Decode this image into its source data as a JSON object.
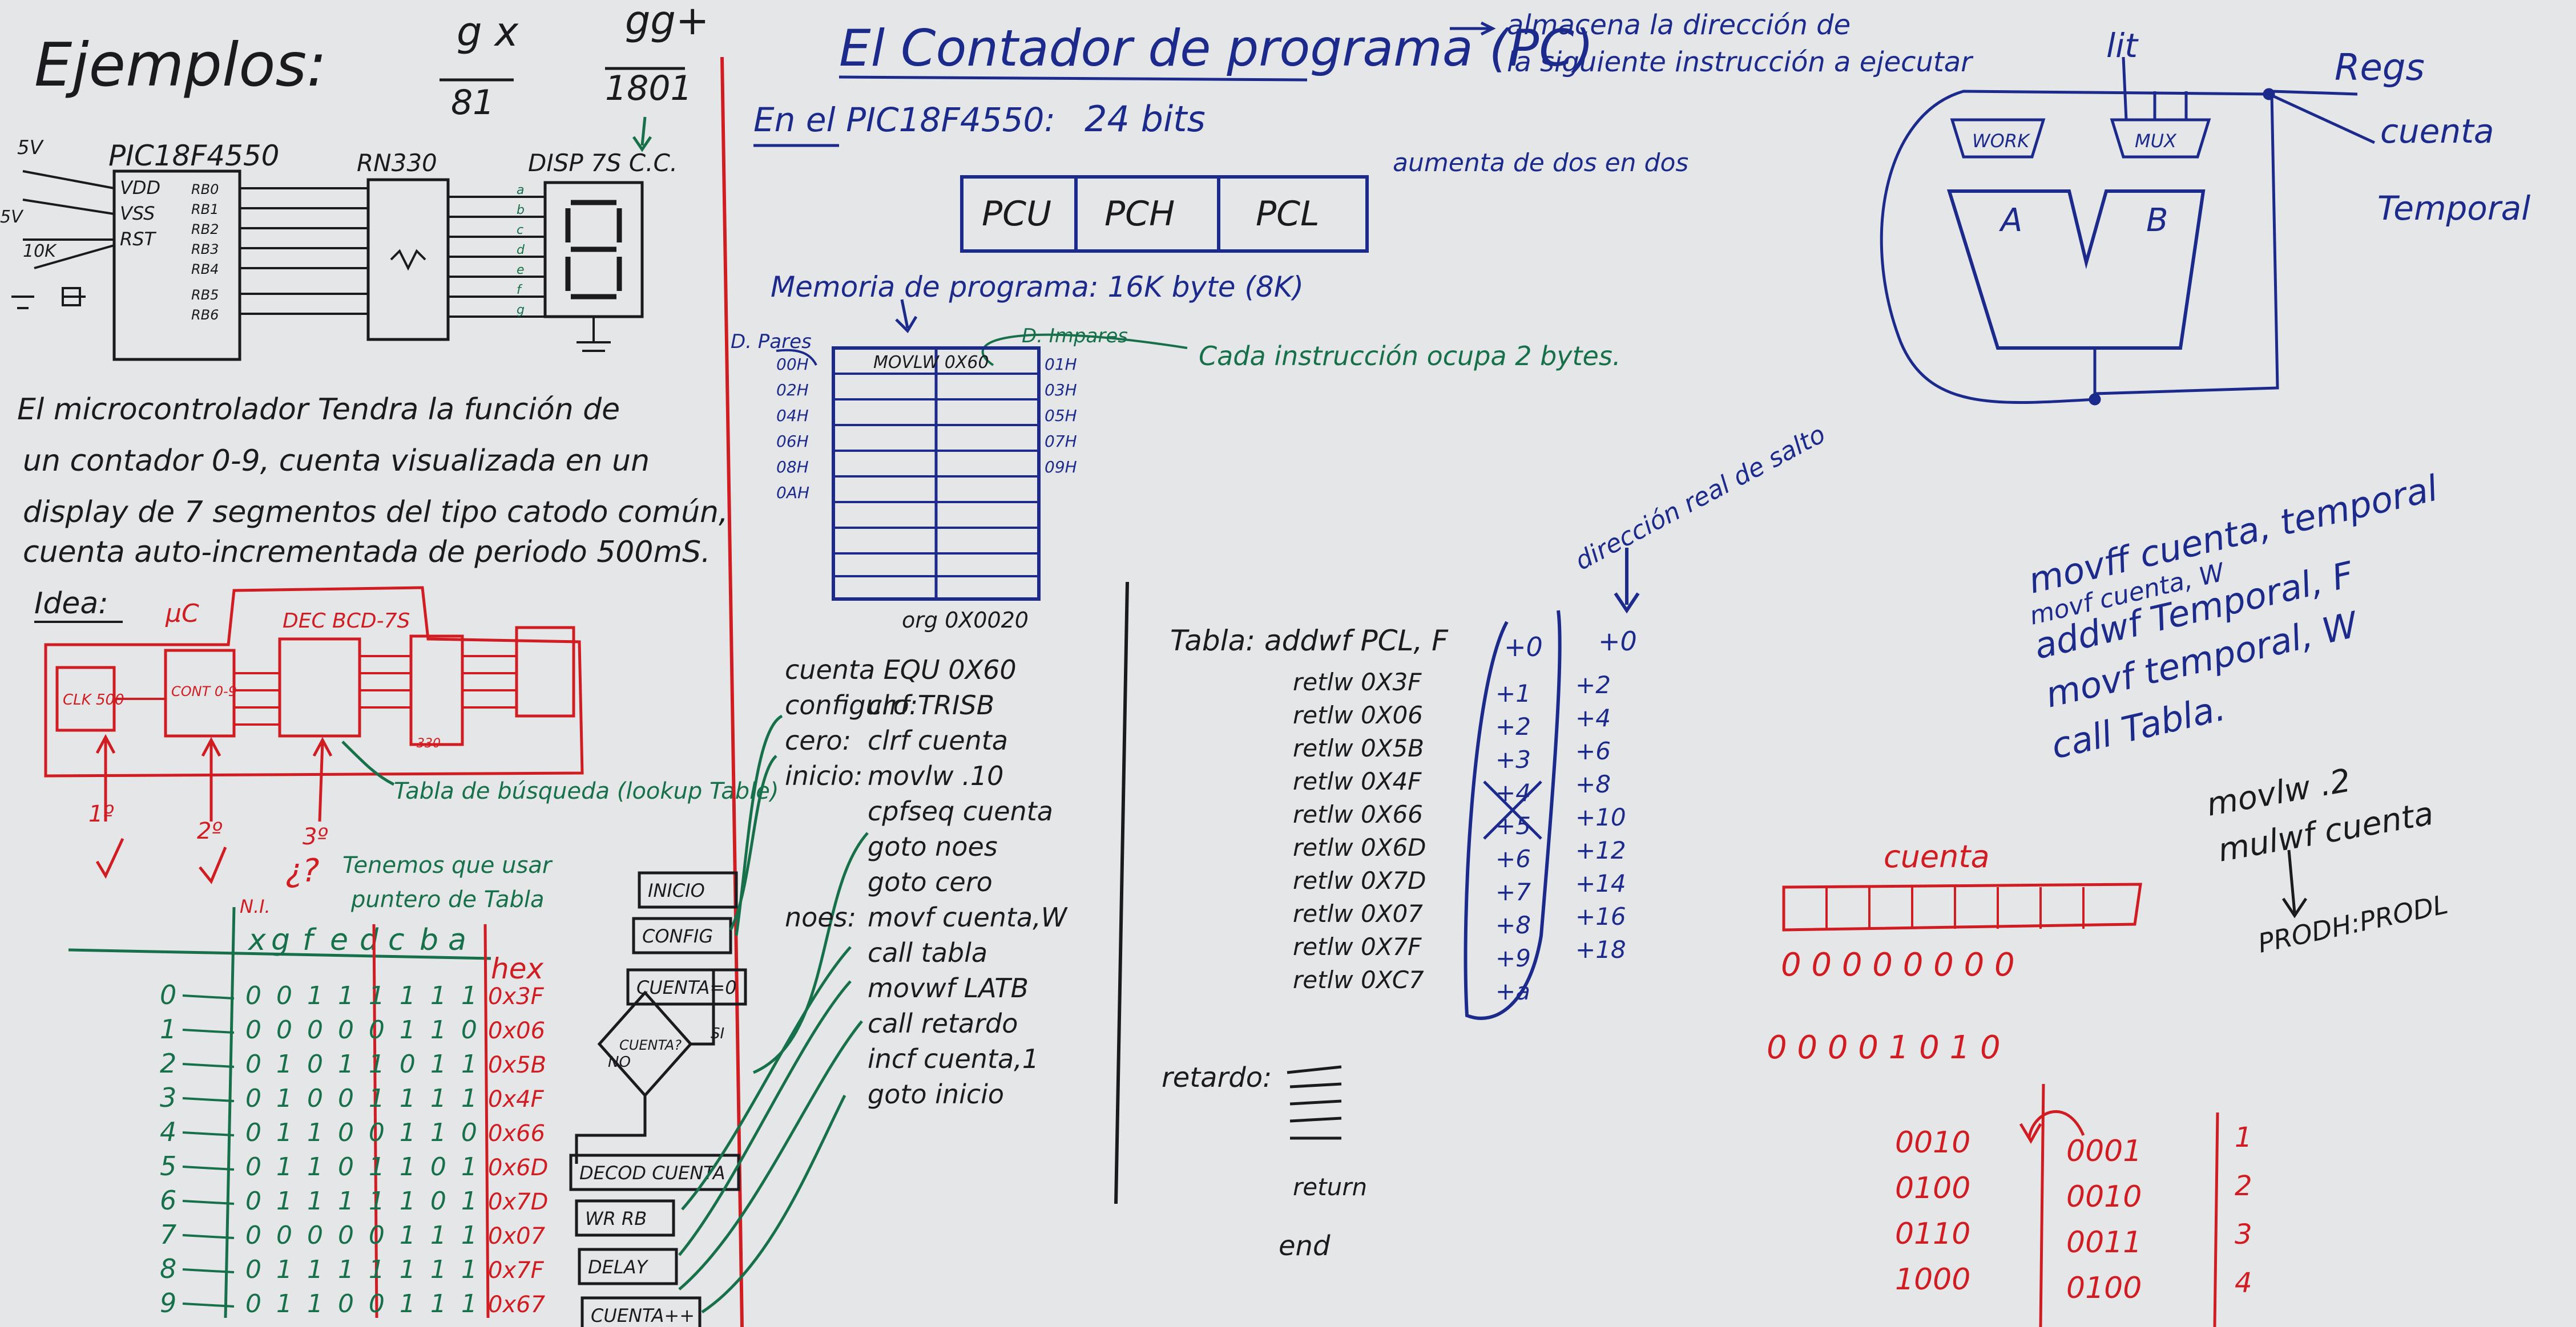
{
  "colors": {
    "board": "#e4e6e8",
    "black": "#1b1b1f",
    "blue": "#1c2a8c",
    "red": "#d11d22",
    "green": "#16704a"
  },
  "left": {
    "title": "Ejemplos:",
    "frac_top_1": "g x",
    "frac_bot_1": "81",
    "frac_top_2": "gg+",
    "frac_bot_2": "1801",
    "chip": "PIC18F4550",
    "chip_pins": [
      "VDD",
      "VSS",
      "RST"
    ],
    "chip_ports": [
      "RB0",
      "RB1",
      "RB2",
      "RB3",
      "RB4",
      "RB5",
      "RB6"
    ],
    "supply_5v": "5V",
    "supply_5v_b": "5V",
    "res_10k": "10K",
    "rn": "RN330",
    "disp": "DISP 7S C.C.",
    "disp_segs": [
      "a",
      "b",
      "c",
      "d",
      "e",
      "f",
      "g"
    ],
    "description": [
      "El microcontrolador Tendra la función de",
      "un contador 0-9, cuenta visualizada en un",
      "display de 7 segmentos del tipo catodo común,",
      "cuenta auto-incrementada de periodo 500mS."
    ],
    "idea_label": "Idea:",
    "uc_label": "µC",
    "dec_label": "DEC BCD-7S",
    "clk_label": "CLK 500",
    "cont_label": "CONT 0-9",
    "rn_small": "330",
    "steps": [
      "1º",
      "2º",
      "3º"
    ],
    "lookup_note": "Tabla de búsqueda (lookup Table)",
    "question": "¿?",
    "pointer_note": "Tenemos que usar puntero de Tabla",
    "table_header": [
      "N.I.",
      "x",
      "g",
      "f",
      "e",
      "d",
      "c",
      "b",
      "a",
      "hex"
    ],
    "table_rows": [
      {
        "n": "0",
        "bits": "0 0 1 1 1 1 1 1",
        "hex": "0x3F"
      },
      {
        "n": "1",
        "bits": "0 0 0 0 0 1 1 0",
        "hex": "0x06"
      },
      {
        "n": "2",
        "bits": "0 1 0 1 1 0 1 1",
        "hex": "0x5B"
      },
      {
        "n": "3",
        "bits": "0 1 0 0 1 1 1 1",
        "hex": "0x4F"
      },
      {
        "n": "4",
        "bits": "0 1 1 0 0 1 1 0",
        "hex": "0x66"
      },
      {
        "n": "5",
        "bits": "0 1 1 0 1 1 0 1",
        "hex": "0x6D"
      },
      {
        "n": "6",
        "bits": "0 1 1 1 1 1 0 1",
        "hex": "0x7D"
      },
      {
        "n": "7",
        "bits": "0 0 0 0 0 1 1 1",
        "hex": "0x07"
      },
      {
        "n": "8",
        "bits": "0 1 1 1 1 1 1 1",
        "hex": "0x7F"
      },
      {
        "n": "9",
        "bits": "0 1 1 0 0 1 1 1",
        "hex": "0x67"
      }
    ]
  },
  "flow": {
    "boxes": [
      "INICIO",
      "CONFIG",
      "CUENTA=0",
      "CUENTA?",
      "DECOD CUENTA",
      "WR RB",
      "DELAY",
      "CUENTA++"
    ],
    "yes": "SI",
    "no": "NO"
  },
  "pc": {
    "title": "El Contador de programa (PC)",
    "arrow_note_1": "almacena la dirección de",
    "arrow_note_2": "la siguiente instrucción a ejecutar",
    "pic_line": "En el PIC18F4550:",
    "bits": "24 bits",
    "increment_note": "aumenta de dos en dos",
    "regs": [
      "PCU",
      "PCH",
      "PCL"
    ],
    "mem_label": "Memoria de programa: 16K byte (8K)",
    "pares": "D. Pares",
    "impares": "D. Impares",
    "cell": "MOVLW 0X60",
    "left_addr": [
      "00H",
      "02H",
      "04H",
      "06H",
      "08H",
      "0AH"
    ],
    "right_addr": [
      "01H",
      "03H",
      "05H",
      "07H",
      "09H"
    ],
    "inst_note": "Cada instrucción ocupa 2 bytes.",
    "org": "org 0X0020"
  },
  "code": [
    {
      "label": "cuenta EQU 0X60",
      "instr": ""
    },
    {
      "label": "configuro:",
      "instr": "clrf TRISB"
    },
    {
      "label": "cero:",
      "instr": "clrf cuenta"
    },
    {
      "label": "inicio:",
      "instr": "movlw .10"
    },
    {
      "label": "",
      "instr": "cpfseq cuenta"
    },
    {
      "label": "",
      "instr": "goto noes"
    },
    {
      "label": "",
      "instr": "goto cero"
    },
    {
      "label": "noes:",
      "instr": "movf cuenta,W"
    },
    {
      "label": "",
      "instr": "call tabla"
    },
    {
      "label": "",
      "instr": "movwf LATB"
    },
    {
      "label": "",
      "instr": "call retardo"
    },
    {
      "label": "",
      "instr": "incf cuenta,1"
    },
    {
      "label": "",
      "instr": "goto inicio"
    }
  ],
  "tabla": {
    "head": "Tabla: addwf PCL, F",
    "rows": [
      {
        "i": "retlw 0X3F",
        "o": "+1",
        "r": "+2"
      },
      {
        "i": "retlw 0X06",
        "o": "+2",
        "r": "+4"
      },
      {
        "i": "retlw 0X5B",
        "o": "+3",
        "r": "+6"
      },
      {
        "i": "retlw 0X4F",
        "o": "+4",
        "r": "+8"
      },
      {
        "i": "retlw 0X66",
        "o": "+5",
        "r": "+10"
      },
      {
        "i": "retlw 0X6D",
        "o": "+6",
        "r": "+12"
      },
      {
        "i": "retlw 0X7D",
        "o": "+7",
        "r": "+14"
      },
      {
        "i": "retlw 0X07",
        "o": "+8",
        "r": "+16"
      },
      {
        "i": "retlw 0X7F",
        "o": "+9",
        "r": "+18"
      },
      {
        "i": "retlw 0XC7",
        "o": "+a",
        "r": ""
      }
    ],
    "first_offset": "+0",
    "first_real": "+0",
    "real_note": "dirección real de salto",
    "retardo": "retardo:",
    "retorno": "return",
    "end": "end"
  },
  "alu": {
    "lit": "lit",
    "regs": "Regs",
    "work": "WORK",
    "mux": "MUX",
    "a": "A",
    "b": "B",
    "cuenta": "cuenta",
    "temporal": "Temporal"
  },
  "right_code": [
    "movff cuenta, temporal",
    "movf cuenta, W",
    "addwf Temporal, F",
    "movf temporal, W",
    "call Tabla."
  ],
  "mult": {
    "l1": "movlw .2",
    "l2": "mulwf cuenta",
    "l3": "PRODH:PRODL"
  },
  "bits_area": {
    "label": "cuenta",
    "row1": "0 0 0 0 0 0 0 0",
    "row2": "0 0 0 0 1 0 1 0",
    "left_col": [
      "0010",
      "0100",
      "0110",
      "1000"
    ],
    "right_col": [
      "0001",
      "0010",
      "0011",
      "0100"
    ],
    "nums": [
      "1",
      "2",
      "3",
      "4"
    ]
  }
}
